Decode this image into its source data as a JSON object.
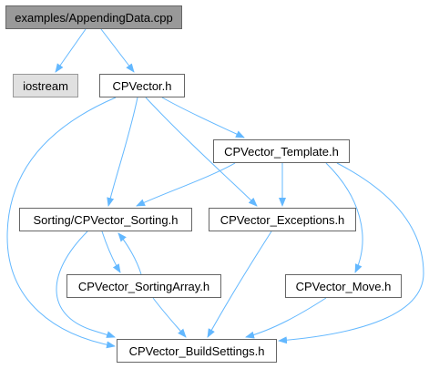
{
  "graph": {
    "edge_color": "#63b8ff",
    "nodes": {
      "root": {
        "label": "examples/AppendingData.cpp"
      },
      "iostream": {
        "label": "iostream"
      },
      "cpvector": {
        "label": "CPVector.h"
      },
      "template": {
        "label": "CPVector_Template.h"
      },
      "sorting": {
        "label": "Sorting/CPVector_Sorting.h"
      },
      "exceptions": {
        "label": "CPVector_Exceptions.h"
      },
      "sortingarray": {
        "label": "CPVector_SortingArray.h"
      },
      "move": {
        "label": "CPVector_Move.h"
      },
      "buildsettings": {
        "label": "CPVector_BuildSettings.h"
      }
    },
    "edges": [
      {
        "from": "root",
        "to": "iostream"
      },
      {
        "from": "root",
        "to": "cpvector"
      },
      {
        "from": "cpvector",
        "to": "buildsettings"
      },
      {
        "from": "cpvector",
        "to": "sorting"
      },
      {
        "from": "cpvector",
        "to": "exceptions"
      },
      {
        "from": "cpvector",
        "to": "template"
      },
      {
        "from": "template",
        "to": "sorting"
      },
      {
        "from": "template",
        "to": "exceptions"
      },
      {
        "from": "template",
        "to": "move"
      },
      {
        "from": "template",
        "to": "buildsettings"
      },
      {
        "from": "sorting",
        "to": "buildsettings"
      },
      {
        "from": "sorting",
        "to": "sortingarray"
      },
      {
        "from": "sortingarray",
        "to": "sorting"
      },
      {
        "from": "sortingarray",
        "to": "buildsettings"
      },
      {
        "from": "exceptions",
        "to": "buildsettings"
      },
      {
        "from": "move",
        "to": "buildsettings"
      }
    ]
  }
}
